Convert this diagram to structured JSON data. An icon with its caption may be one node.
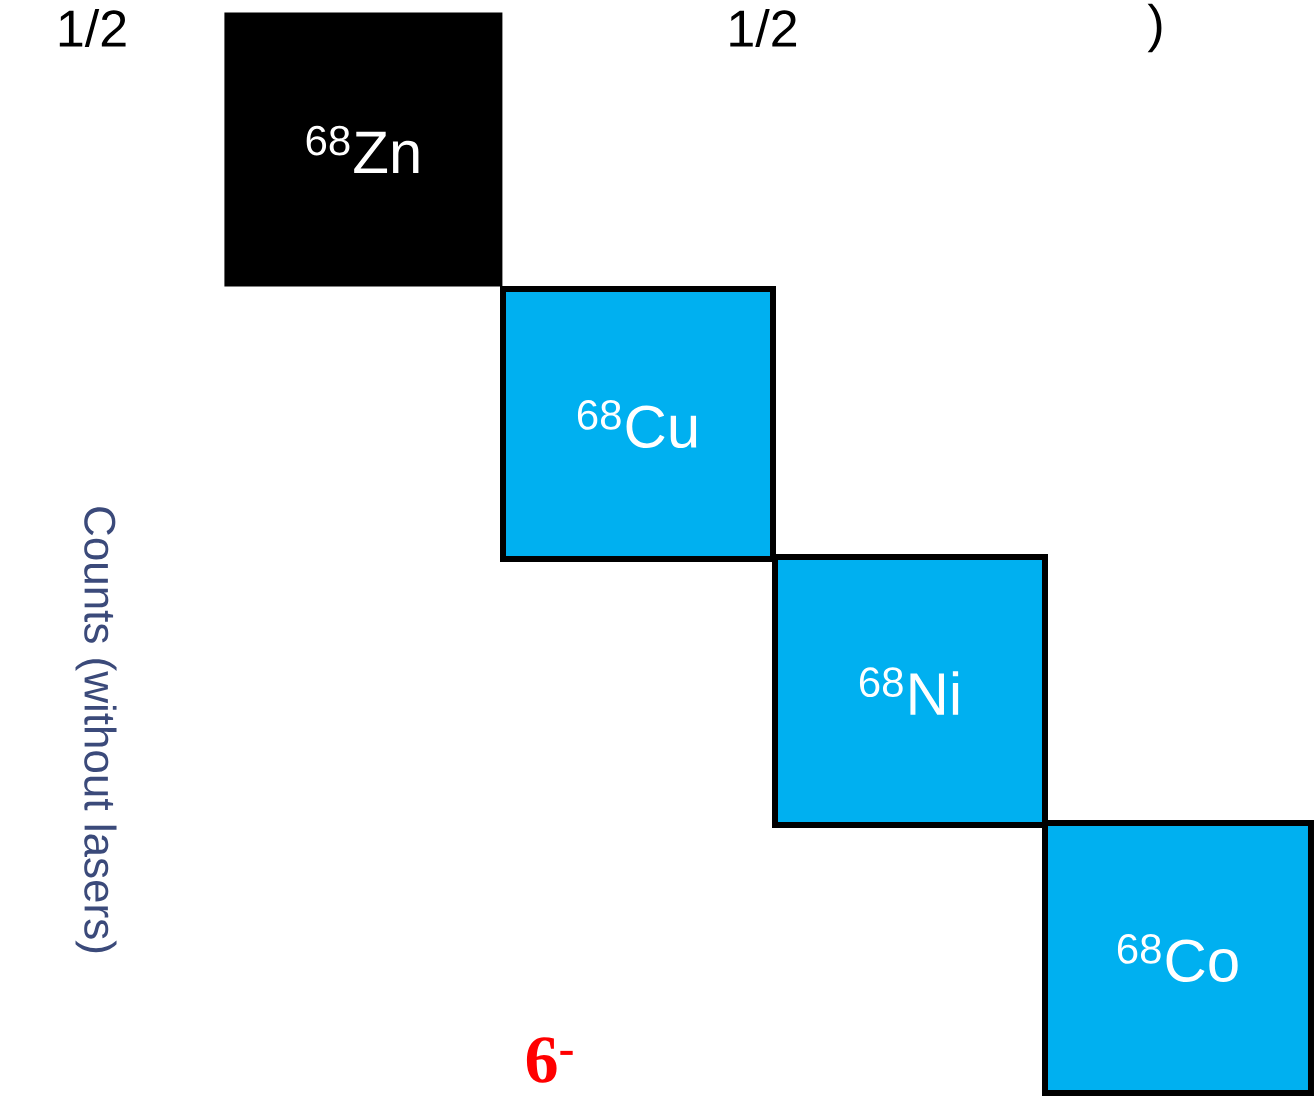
{
  "diagram": {
    "nodes": [
      {
        "text": [
          "$^{68}$Zn"
        ]
      },
      {
        "text": [
          "$^{68}$Cu"
        ]
      },
      {
        "text": [
          "$^{68}$Ni"
        ]
      },
      {
        "text": [
          "$^{68}$Co"
        ]
      }
    ],
    "labels": [
      "1/2",
      "1/2",
      ")",
      "Counts (without lasers)",
      "6$^{-}$"
    ]
  }
}
